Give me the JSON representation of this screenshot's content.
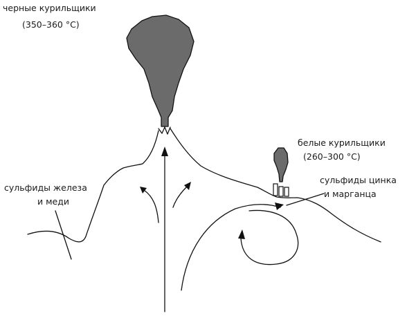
{
  "labels": {
    "black_smokers_line1": "черные курильщики",
    "black_smokers_line2": "(350–360 °С)",
    "white_smokers_line1": "белые курильщики",
    "white_smokers_line2": "(260–300 °С)",
    "iron_copper_line1": "сульфиды железа",
    "iron_copper_line2": "и меди",
    "zinc_manganese_line1": "сульфиды цинка",
    "zinc_manganese_line2": "и марганца"
  },
  "colors": {
    "plume_fill": "#6b6b6b",
    "line": "#111111",
    "text": "#1a1a1a",
    "background": "#ffffff"
  },
  "icons": {
    "black_plume": "black-smoker-plume",
    "white_plume": "white-smoker-plume",
    "chimneys": "small-chimneys"
  }
}
